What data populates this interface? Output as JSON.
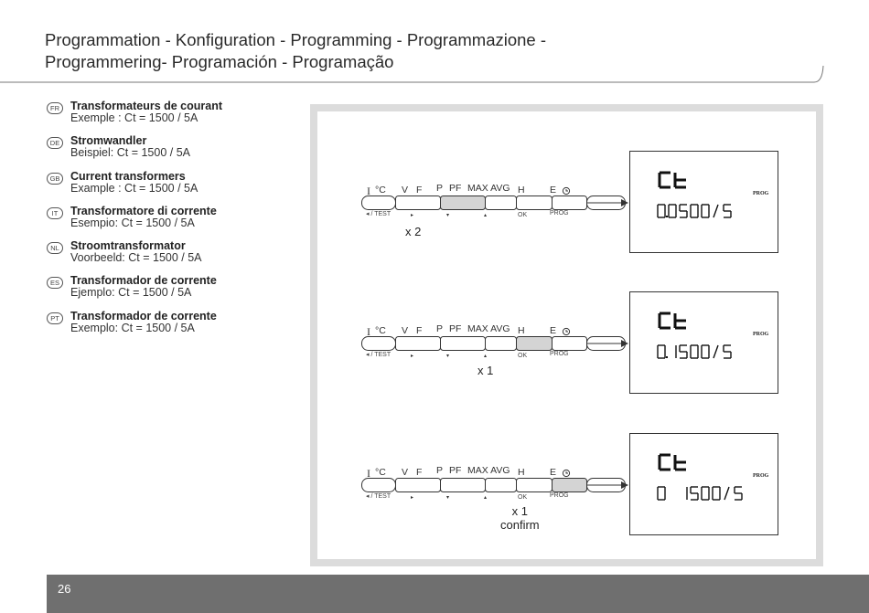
{
  "header": {
    "title_line1": "Programmation - Konfiguration - Programming - Programmazione -",
    "title_line2": "Programmering- Programación - Programação"
  },
  "languages": [
    {
      "code": "FR",
      "heading": "Transformateurs de courant",
      "example": "Exemple : Ct = 1500 / 5A"
    },
    {
      "code": "DE",
      "heading": "Stromwandler",
      "example": "Beispiel: Ct = 1500 / 5A"
    },
    {
      "code": "GB",
      "heading": "Current transformers",
      "example": "Example : Ct = 1500 / 5A"
    },
    {
      "code": "IT",
      "heading": "Transformatore di corrente",
      "example": "Esempio: Ct = 1500 / 5A"
    },
    {
      "code": "NL",
      "heading": "Stroomtransformator",
      "example": "Voorbeeld: Ct = 1500 / 5A"
    },
    {
      "code": "ES",
      "heading": "Transformador de corrente",
      "example": "Ejemplo: Ct = 1500 / 5A"
    },
    {
      "code": "PT",
      "heading": "Transformador de corrente",
      "example": "Exemplo: Ct = 1500 / 5A"
    }
  ],
  "keypad": {
    "labels": {
      "i": "I",
      "deg": "°C",
      "v": "V",
      "f": "F",
      "p": "P",
      "pf": "PF",
      "maxavg": "MAX AVG",
      "h": "H",
      "e": "E"
    },
    "sublabels": {
      "test": "/ TEST",
      "ok": "OK",
      "prog": "PROG"
    }
  },
  "steps": [
    {
      "count": "x 2",
      "confirm": "",
      "highlighted_key": 2,
      "lcd_top": "Ct",
      "lcd_bottom": "0.0500/5",
      "lcd_badge": "PROG"
    },
    {
      "count": "x 1",
      "confirm": "",
      "highlighted_key": 4,
      "lcd_top": "Ct",
      "lcd_bottom": "0.1500/5",
      "lcd_badge": "PROG"
    },
    {
      "count": "x 1",
      "confirm": "confirm",
      "highlighted_key": 5,
      "lcd_top": "Ct",
      "lcd_bottom": "0 1500/5",
      "lcd_badge": "PROG"
    }
  ],
  "colors": {
    "highlight": "#d4d4d4",
    "panel_border": "#dcdcdc",
    "footer": "#6f6f6f"
  },
  "footer": {
    "page_number": "26"
  }
}
